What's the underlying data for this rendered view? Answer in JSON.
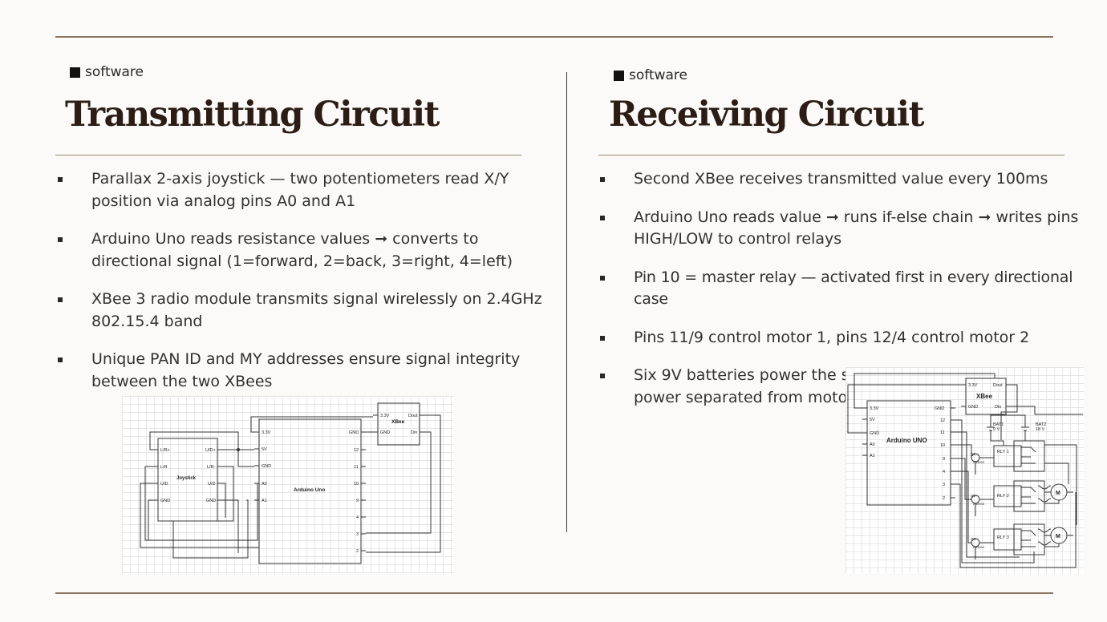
{
  "left": {
    "tag": "software",
    "title": "Transmitting Circuit",
    "bullets": [
      "Parallax 2-axis joystick — two potentiometers read X/Y position via analog pins A0 and A1",
      "Arduino Uno reads resistance values ➞ converts to directional signal (1=forward, 2=back, 3=right, 4=left)",
      "XBee 3 radio module transmits signal wirelessly on 2.4GHz 802.15.4 band",
      "Unique PAN ID and MY addresses ensure signal integrity between the two XBees"
    ],
    "diagram": {
      "arduino_label": "Arduino Uno",
      "joystick_label": "Joystick",
      "xbee_label": "XBee",
      "arduino_left_pins": [
        "3.3V",
        "5V",
        "GND",
        "A0",
        "A1"
      ],
      "arduino_right_pins": [
        "GND",
        "12",
        "11",
        "10",
        "9",
        "4",
        "3",
        "2"
      ],
      "joystick_left_pins": [
        "L/R+",
        "L/R",
        "U/D",
        "GND"
      ],
      "joystick_right_pins": [
        "U/D+",
        "L/R-",
        "U/D",
        "GND"
      ],
      "xbee_left_pins": [
        "3.3V",
        "GND"
      ],
      "xbee_right_pins": [
        "Dout",
        "Din"
      ]
    }
  },
  "right": {
    "tag": "software",
    "title": "Receiving Circuit",
    "bullets": [
      "Second XBee receives transmitted value every 100ms",
      "Arduino Uno reads value ➞ runs if-else chain ➞ writes pins HIGH/LOW to control relays",
      "Pin 10 = master relay — activated first in every directional case",
      "Pins 11/9 control motor 1, pins 12/4 control motor 2",
      "Six 9V batteries power the system — Arduino logic power separated from motor power"
    ],
    "diagram": {
      "arduino_label": "Arduino UNO",
      "xbee_label": "XBee",
      "arduino_left_pins": [
        "3.3V",
        "5V",
        "GND",
        "A0",
        "A1"
      ],
      "arduino_right_pins": [
        "GND",
        "12",
        "11",
        "10",
        "9",
        "4",
        "3",
        "2"
      ],
      "xbee_left_pins": [
        "3.3V",
        "GND"
      ],
      "xbee_right_pins": [
        "Dout",
        "Din"
      ],
      "battery1_label": "BAT1",
      "battery1_value": "9 V",
      "battery2_label": "BAT2",
      "battery2_value": "18 V",
      "relays": [
        "RLY 1",
        "RLY 2",
        "RLY 3"
      ],
      "transistors": [
        "Q1",
        "Q2",
        "Q3"
      ],
      "transistor_part": "2N3904",
      "motor_label": "M"
    }
  }
}
